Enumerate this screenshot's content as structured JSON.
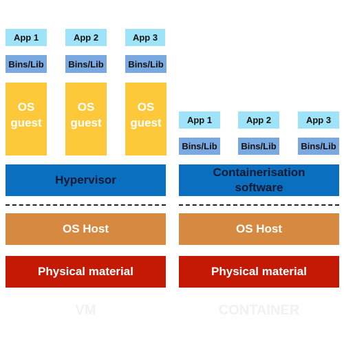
{
  "vm": {
    "apps": [
      "App 1",
      "App 2",
      "App 3"
    ],
    "bins": [
      "Bins/Lib",
      "Bins/Lib",
      "Bins/Lib"
    ],
    "os_guest": [
      "OS guest",
      "OS guest",
      "OS guest"
    ],
    "hypervisor": "Hypervisor",
    "os_host": "OS Host",
    "physical": "Physical material",
    "label": "VM"
  },
  "container": {
    "apps": [
      "App 1",
      "App 2",
      "App 3"
    ],
    "bins": [
      "Bins/Lib",
      "Bins/Lib",
      "Bins/Lib"
    ],
    "runtime": "Containerisation software",
    "os_host": "OS Host",
    "physical": "Physical material",
    "label": "CONTAINER"
  },
  "colors": {
    "app": "#9fe3f8",
    "bins": "#7aa8e0",
    "os_guest": "#fdc93b",
    "hypervisor": "#0b6fbf",
    "os_host": "#d68a41",
    "physical": "#c41a05"
  }
}
